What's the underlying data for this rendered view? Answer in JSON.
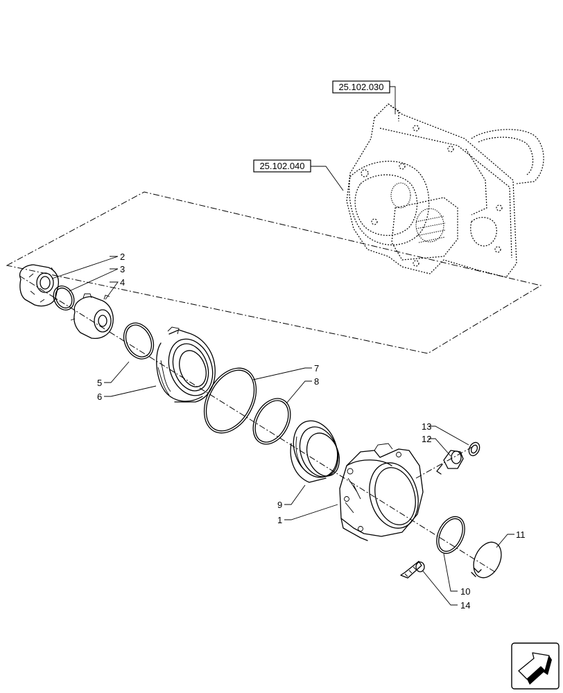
{
  "references": [
    "25.102.030",
    "25.102.040"
  ],
  "callouts": [
    "1",
    "2",
    "3",
    "4",
    "5",
    "6",
    "7",
    "8",
    "9",
    "10",
    "11",
    "12",
    "13",
    "14"
  ],
  "nav_icon": "next-page-arrow-icon"
}
